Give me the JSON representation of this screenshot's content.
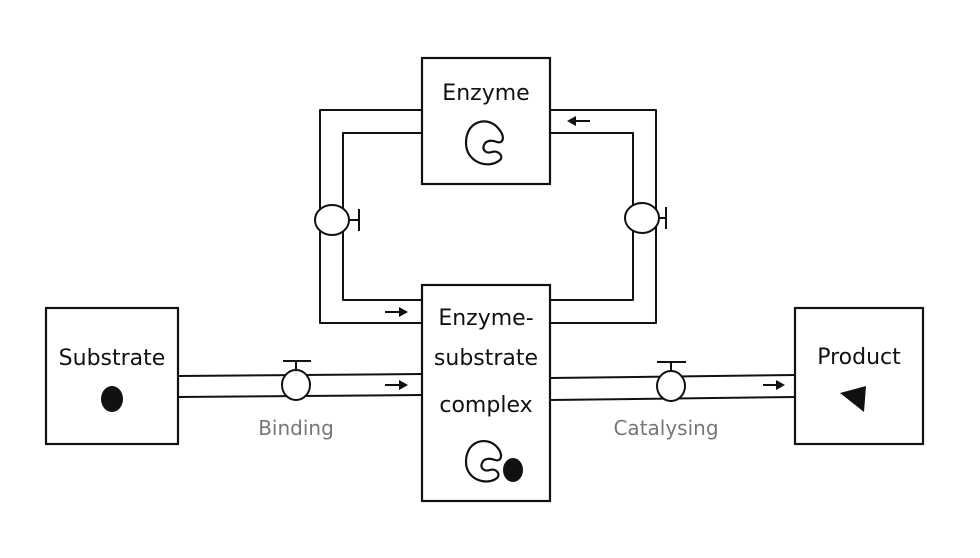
{
  "diagram": {
    "nodes": {
      "enzyme": {
        "label": "Enzyme"
      },
      "complex": {
        "label_lines": [
          "Enzyme-",
          "substrate",
          "complex"
        ]
      },
      "substrate": {
        "label": "Substrate"
      },
      "product": {
        "label": "Product"
      }
    },
    "edges": {
      "binding": {
        "label": "Binding"
      },
      "catalysing": {
        "label": "Catalysing"
      }
    },
    "colors": {
      "ink": "#111111",
      "edge_label": "#777777",
      "background": "#ffffff"
    },
    "icons": [
      "enzyme-icon",
      "substrate-icon",
      "product-icon",
      "valve-icon",
      "arrow-icon"
    ]
  }
}
